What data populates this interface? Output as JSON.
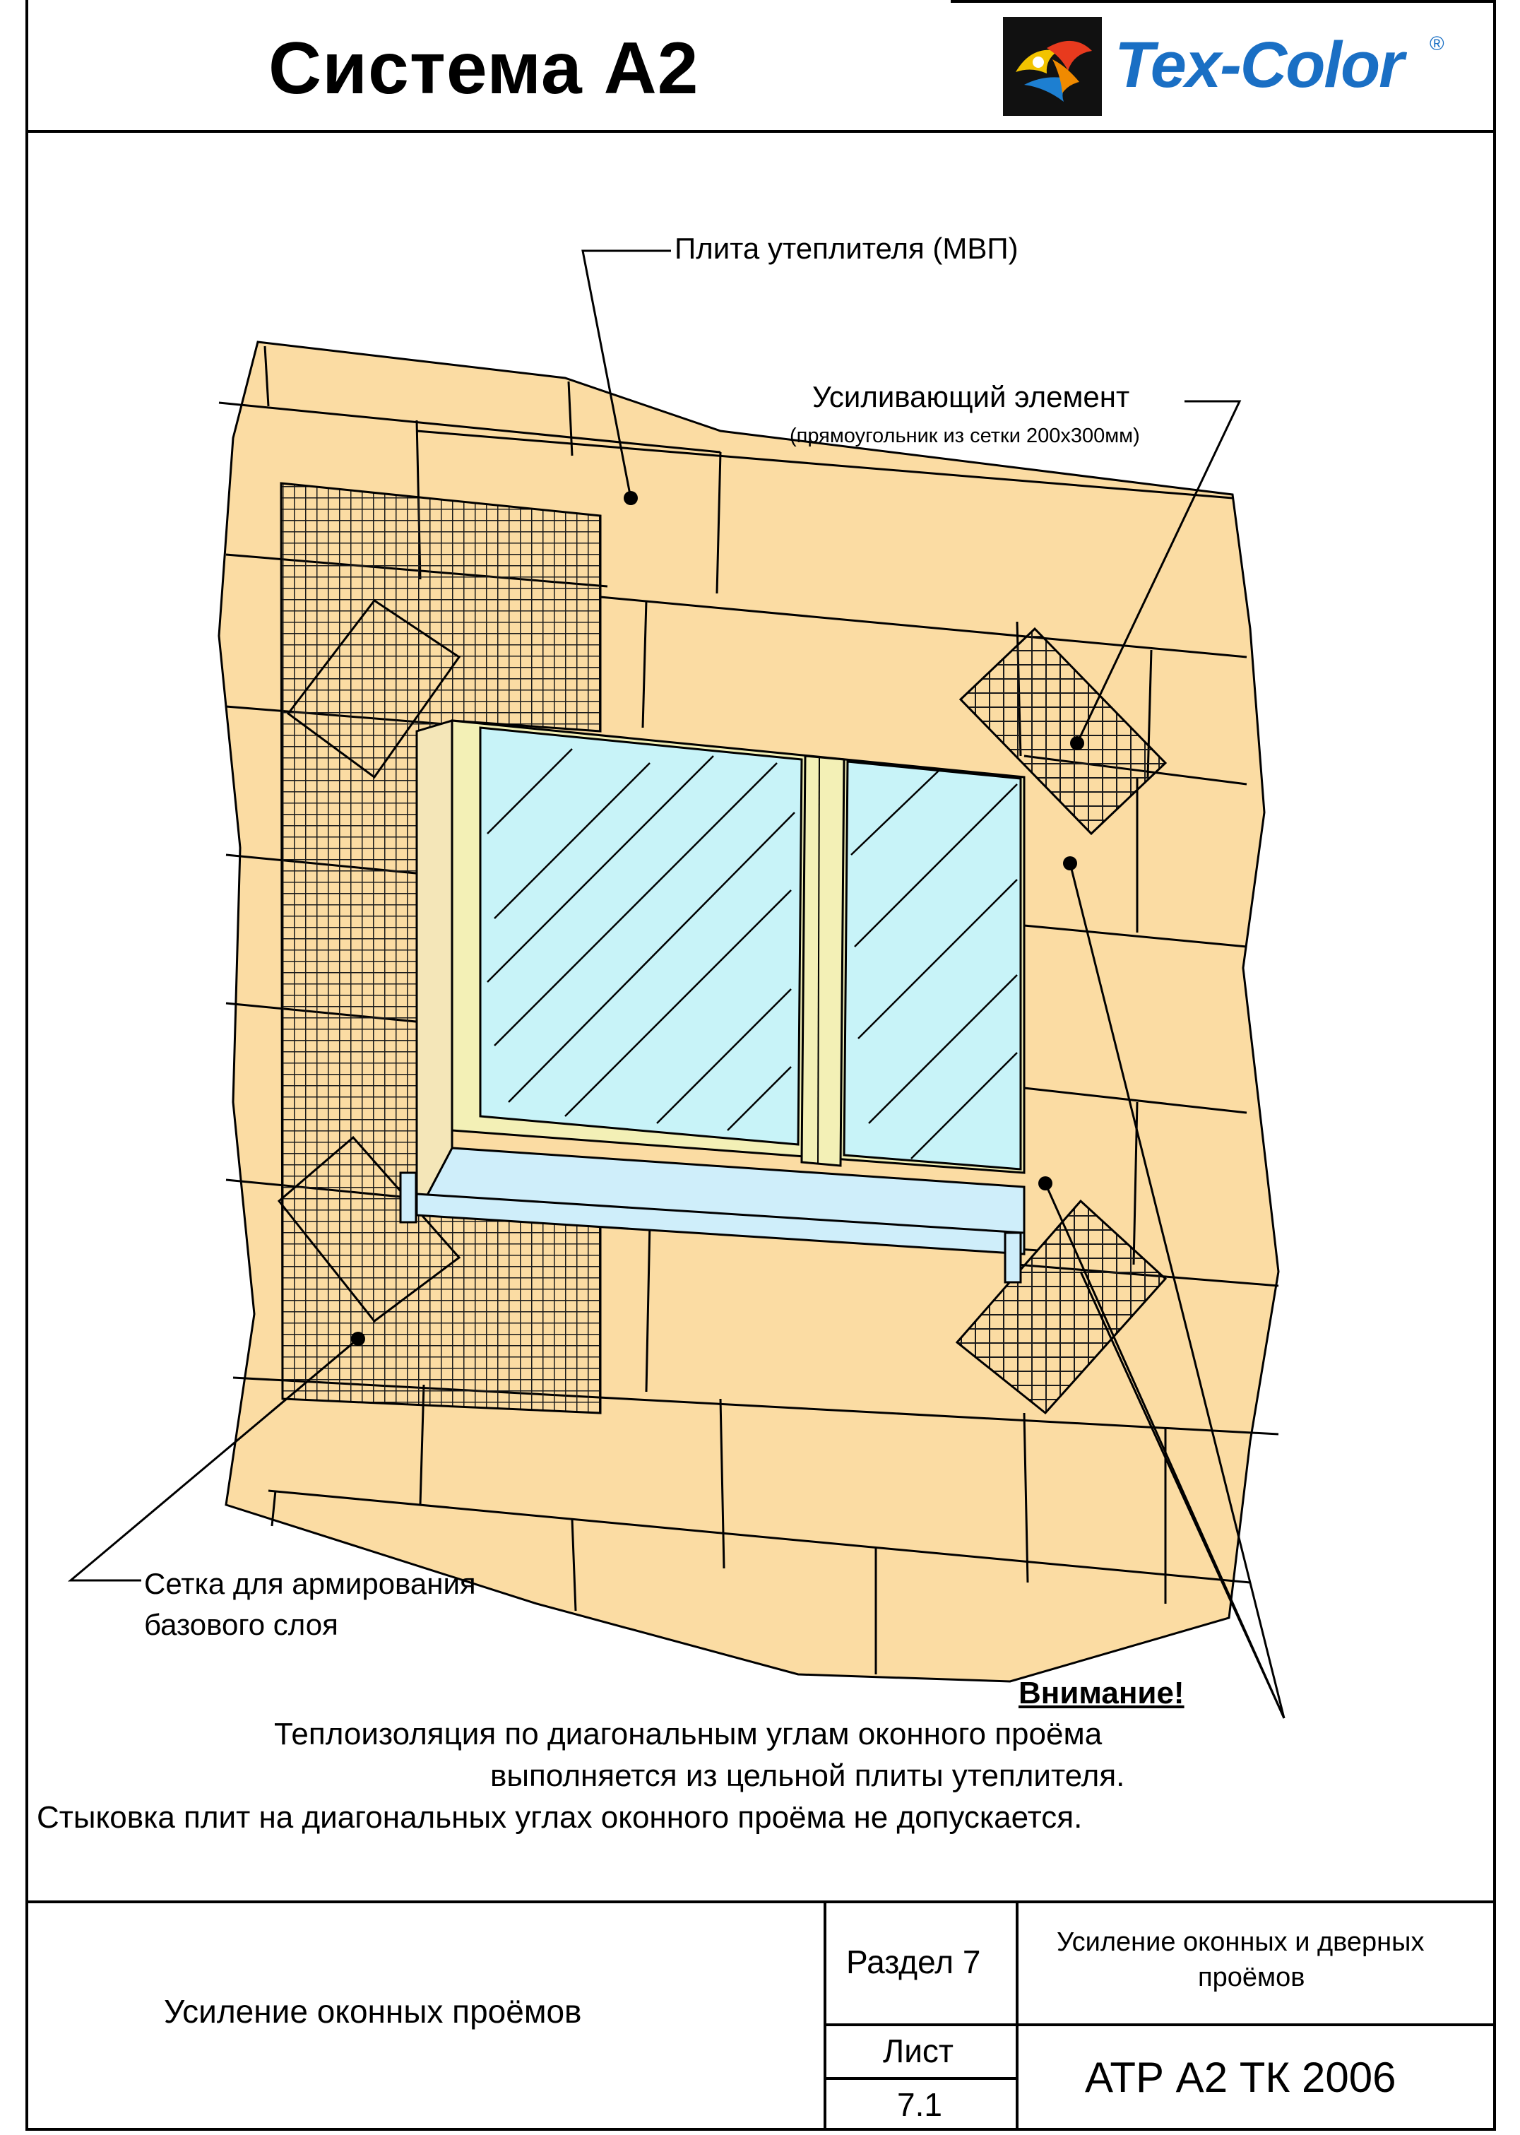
{
  "header": {
    "title": "Система А2",
    "logo_text": "Tex-Color",
    "logo_registered": "®",
    "logo_icon": "tex-color-emblem"
  },
  "diagram": {
    "labels": {
      "insulation_board": "Плита утеплителя (МВП)",
      "reinforcing_element": "Усиливающий элемент",
      "reinforcing_element_note": "(прямоугольник  из сетки 200х300мм)",
      "mesh_line1": "Сетка для армирования",
      "mesh_line2": "базового слоя"
    },
    "colors": {
      "insulation_fill": "#fbdca3",
      "glass_fill": "#c8f3f8",
      "frame_fill": "#f3f0b6",
      "sill_fill": "#cfeefa"
    }
  },
  "notice": {
    "heading": "Внимание!",
    "line1": "Теплоизоляция по диагональным углам оконного проёма",
    "line2": "выполняется из цельной плиты утеплителя.",
    "line3": "Стыковка плит на диагональных углах оконного проёма не допускается."
  },
  "title_block": {
    "drawing_name": "Усиление оконных проёмов",
    "section_label": "Раздел 7",
    "section_title_line1": "Усиление оконных и дверных",
    "section_title_line2": "проёмов",
    "sheet_label": "Лист",
    "sheet_number": "7.1",
    "document_code": "АТР А2 ТК 2006"
  }
}
